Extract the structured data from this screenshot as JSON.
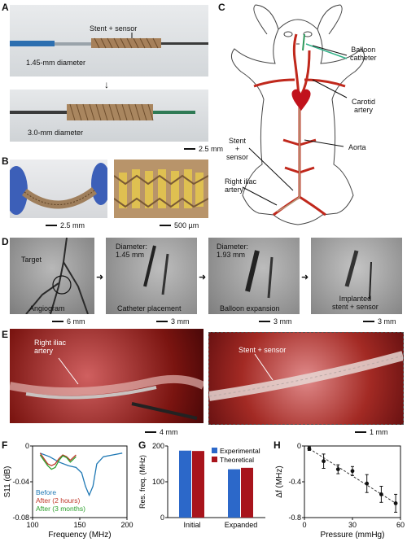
{
  "panels": {
    "A": {
      "label": "A",
      "stent_sensor": "Stent + sensor",
      "diam_small": "1.45-mm diameter",
      "diam_large": "3.0-mm diameter",
      "scale": "2.5 mm"
    },
    "B": {
      "label": "B",
      "scale_left": "2.5 mm",
      "scale_right": "500 µm"
    },
    "C": {
      "label": "C",
      "balloon_catheter": [
        "Balloon",
        "catheter"
      ],
      "carotid_artery": [
        "Carotid",
        "artery"
      ],
      "aorta": "Aorta",
      "stent_sensor": [
        "Stent",
        "+",
        "sensor"
      ],
      "right_iliac": [
        "Right iliac",
        "artery"
      ]
    },
    "D": {
      "label": "D",
      "target": "Target",
      "step1": "Angiogram",
      "step2": "Catheter placement",
      "step3": "Balloon expansion",
      "step4": [
        "Implanted",
        "stent + sensor"
      ],
      "diam1": [
        "Diameter:",
        "1.45 mm"
      ],
      "diam2": [
        "Diameter:",
        "1.93 mm"
      ],
      "scales": [
        "6 mm",
        "3 mm",
        "3 mm",
        "3 mm"
      ]
    },
    "E": {
      "label": "E",
      "right_iliac": [
        "Right iliac",
        "artery"
      ],
      "stent_sensor": "Stent + sensor",
      "scale_left": "4 mm",
      "scale_right": "1 mm"
    },
    "F": {
      "label": "F"
    },
    "G": {
      "label": "G"
    },
    "H": {
      "label": "H"
    }
  },
  "colors": {
    "before": "#1f78b4",
    "after_2h": "#c0392b",
    "after_3m": "#2ca02c",
    "experimental": "#2c68c9",
    "theoretical": "#a8141c"
  },
  "chart_data": [
    {
      "panel": "F",
      "type": "line",
      "xlabel": "Frequency (MHz)",
      "ylabel": "S11 (dB)",
      "xlim": [
        100,
        200
      ],
      "ylim": [
        -0.08,
        0
      ],
      "xticks": [
        100,
        150,
        200
      ],
      "yticks": [
        0,
        -0.04,
        -0.08
      ],
      "series": [
        {
          "name": "Before",
          "x": [
            108,
            118,
            128,
            138,
            146,
            152,
            156,
            160,
            164,
            168,
            175,
            185,
            195
          ],
          "y": [
            -0.008,
            -0.012,
            -0.018,
            -0.022,
            -0.024,
            -0.03,
            -0.045,
            -0.055,
            -0.045,
            -0.02,
            -0.012,
            -0.01,
            -0.008
          ]
        },
        {
          "name": "After (2 hours)",
          "x": [
            108,
            112,
            116,
            120,
            124,
            128,
            132,
            136,
            140,
            146
          ],
          "y": [
            -0.008,
            -0.014,
            -0.02,
            -0.022,
            -0.02,
            -0.014,
            -0.01,
            -0.012,
            -0.016,
            -0.01
          ]
        },
        {
          "name": "After (3 months)",
          "x": [
            108,
            112,
            116,
            120,
            124,
            128,
            132,
            136,
            140,
            146
          ],
          "y": [
            -0.01,
            -0.016,
            -0.022,
            -0.026,
            -0.024,
            -0.016,
            -0.011,
            -0.013,
            -0.018,
            -0.012
          ]
        }
      ]
    },
    {
      "panel": "G",
      "type": "bar",
      "ylabel": "Res. freq. (MHz)",
      "categories": [
        "Initial",
        "Expanded"
      ],
      "ylim": [
        0,
        200
      ],
      "yticks": [
        0,
        100,
        200
      ],
      "series": [
        {
          "name": "Experimental",
          "values": [
            187,
            135
          ]
        },
        {
          "name": "Theoretical",
          "values": [
            186,
            139
          ]
        }
      ]
    },
    {
      "panel": "H",
      "type": "scatter",
      "xlabel": "Pressure (mmHg)",
      "ylabel": "Δf (MHz)",
      "xlim": [
        0,
        60
      ],
      "ylim": [
        -0.8,
        0
      ],
      "xticks": [
        0,
        30,
        60
      ],
      "yticks": [
        0,
        -0.4,
        -0.8
      ],
      "x": [
        3,
        12,
        21,
        30,
        39,
        48,
        57
      ],
      "y": [
        -0.03,
        -0.17,
        -0.26,
        -0.28,
        -0.42,
        -0.54,
        -0.64
      ],
      "err": [
        0.02,
        0.08,
        0.05,
        0.05,
        0.1,
        0.09,
        0.1
      ]
    }
  ]
}
